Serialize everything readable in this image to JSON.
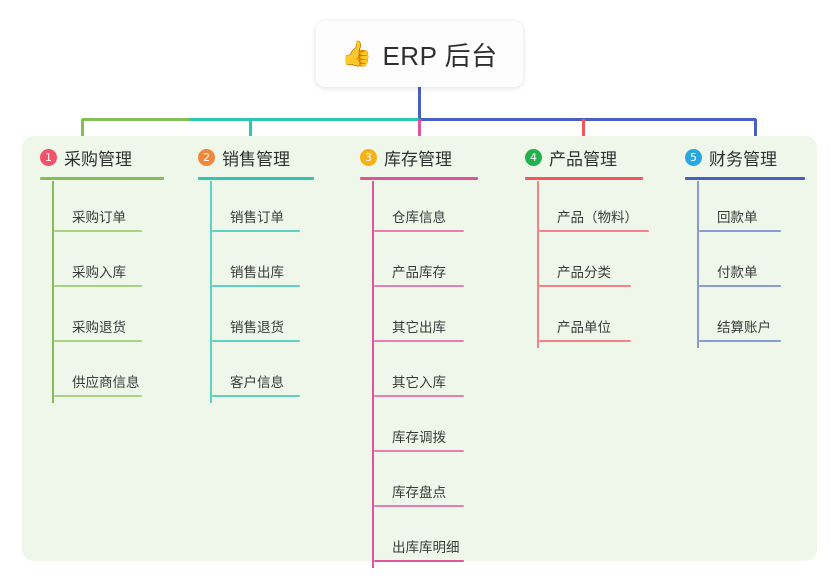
{
  "root": {
    "icon": "thumbs-up-icon",
    "emoji": "👍",
    "title": "ERP 后台"
  },
  "colors": {
    "panel_bg": "#eef7e9",
    "root_stem": "#4a5fc2",
    "branch_1": "#82bf57",
    "branch_2": "#2dc7b4",
    "branch_3": "#e0549e",
    "branch_4": "#f4565b",
    "branch_5": "#4a5fc2",
    "badge_1": "#f2516a",
    "badge_2": "#f0883c",
    "badge_3": "#f5b217",
    "badge_4": "#22b14c",
    "badge_5": "#29a8e0"
  },
  "branches": [
    {
      "index": "1",
      "title": "采购管理",
      "color": "#82bf57",
      "badge_color": "#f2516a",
      "items": [
        "采购订单",
        "采购入库",
        "采购退货",
        "供应商信息"
      ]
    },
    {
      "index": "2",
      "title": "销售管理",
      "color": "#2dc7b4",
      "badge_color": "#f0883c",
      "items": [
        "销售订单",
        "销售出库",
        "销售退货",
        "客户信息"
      ]
    },
    {
      "index": "3",
      "title": "库存管理",
      "color": "#e0549e",
      "badge_color": "#f5b217",
      "items": [
        "仓库信息",
        "产品库存",
        "其它出库",
        "其它入库",
        "库存调拨",
        "库存盘点",
        "出库库明细"
      ]
    },
    {
      "index": "4",
      "title": "产品管理",
      "color": "#f4565b",
      "badge_color": "#22b14c",
      "items": [
        "产品（物料）",
        "产品分类",
        "产品单位"
      ]
    },
    {
      "index": "5",
      "title": "财务管理",
      "color": "#4a5fc2",
      "badge_color": "#29a8e0",
      "items": [
        "回款单",
        "付款单",
        "结算账户"
      ]
    }
  ]
}
